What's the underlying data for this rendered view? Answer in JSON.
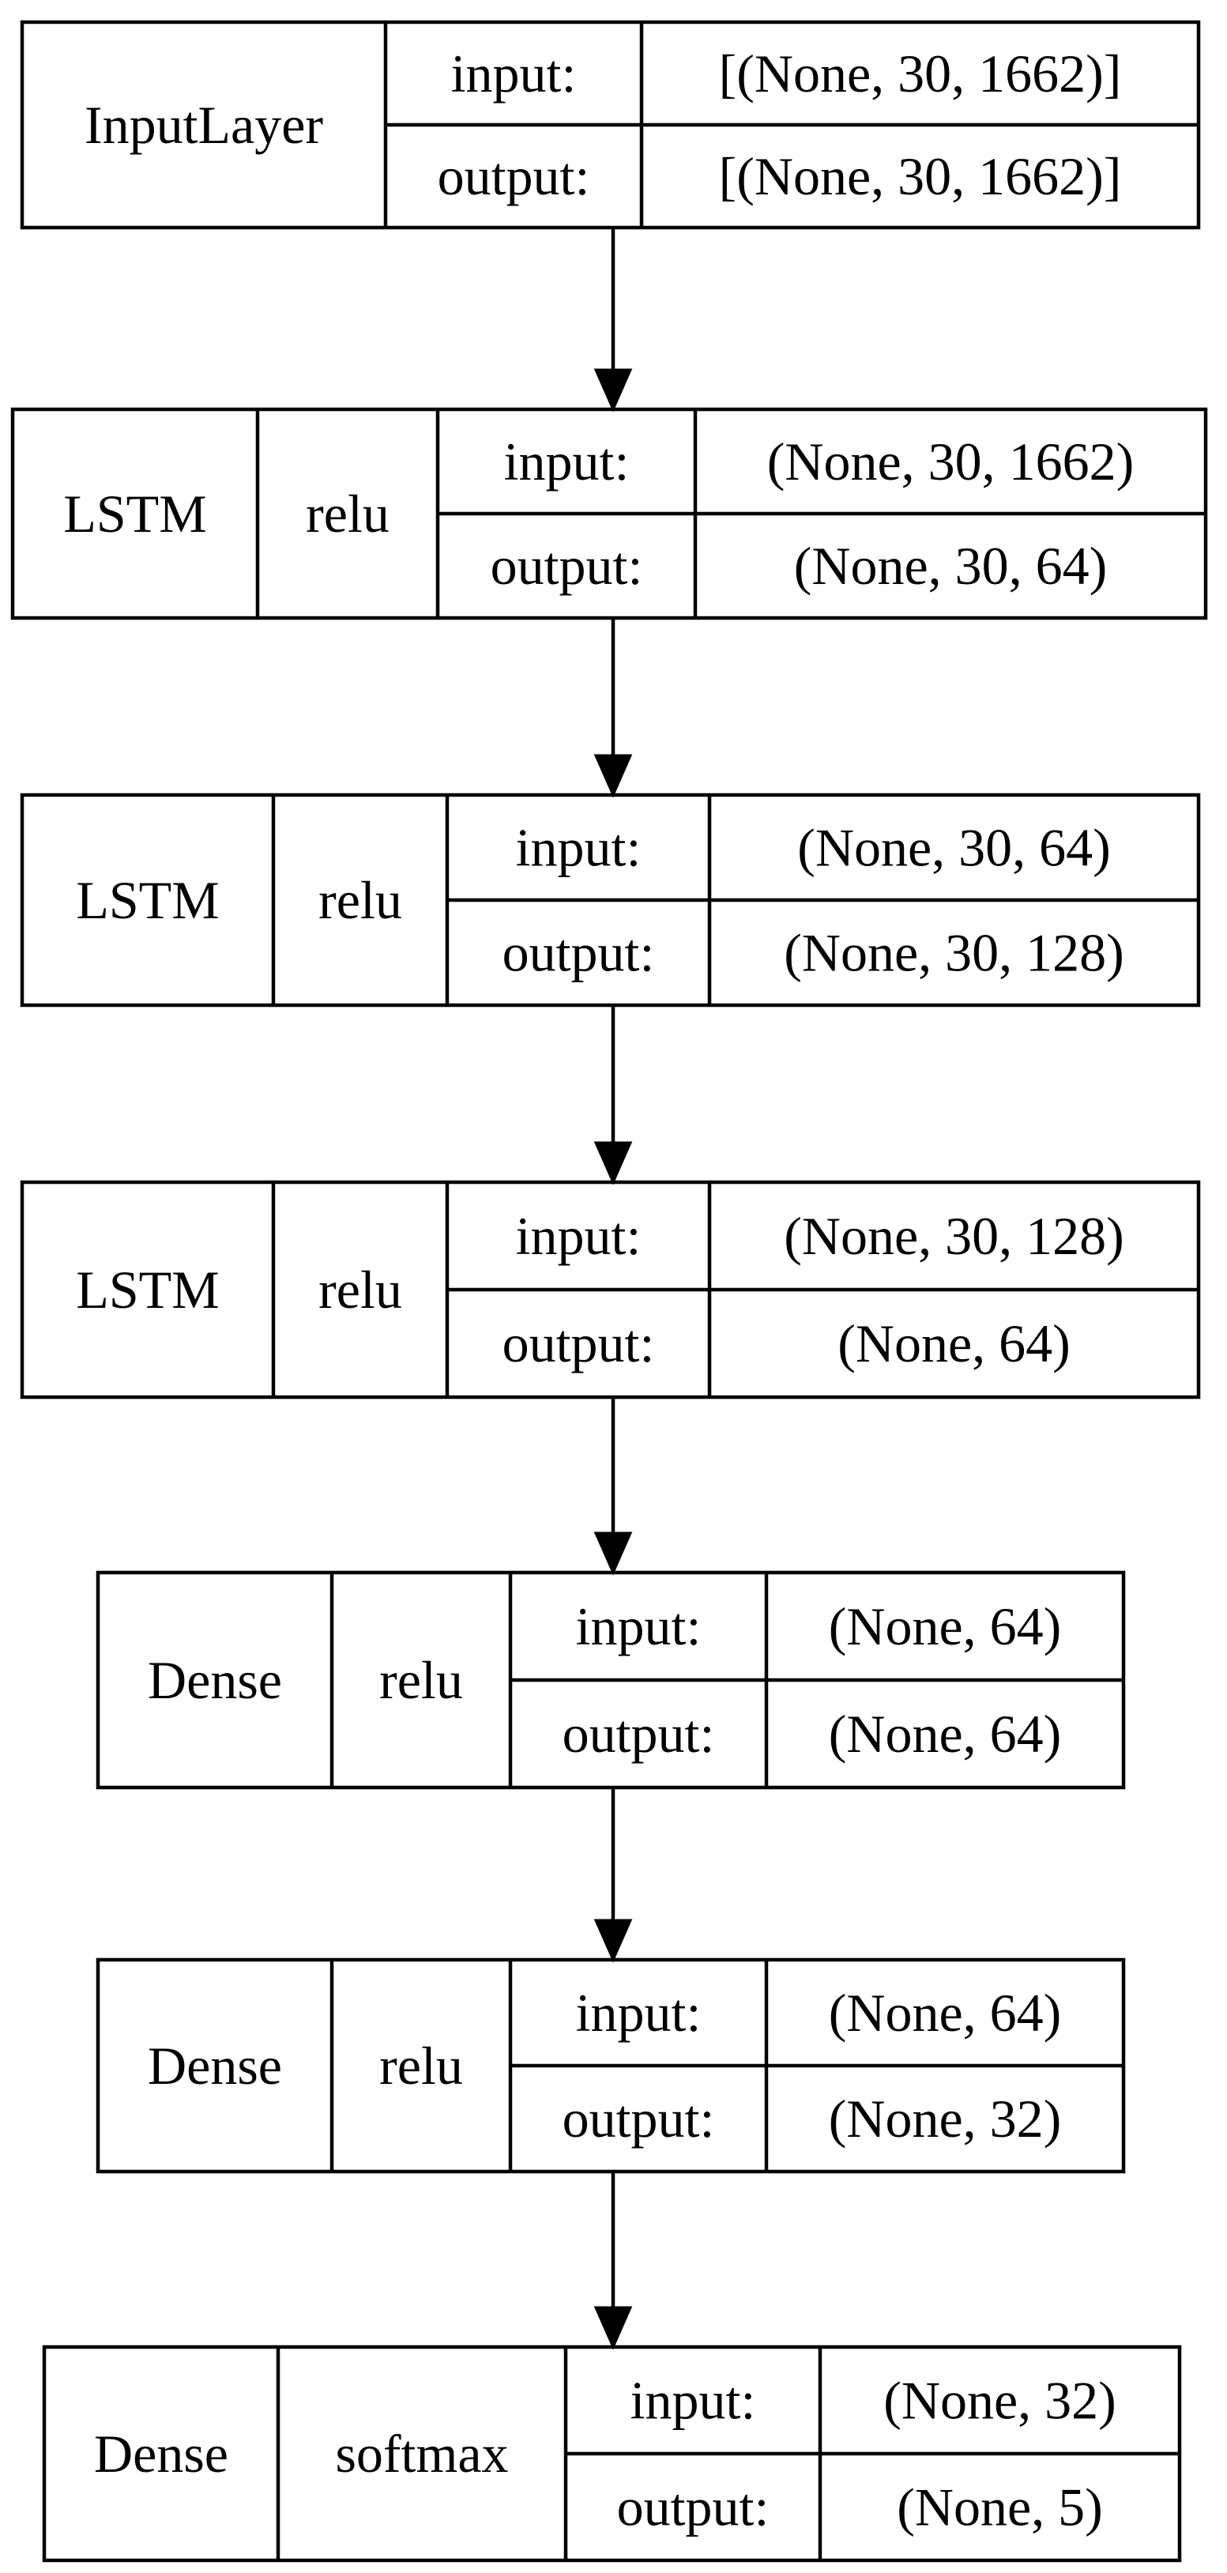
{
  "nodes": [
    {
      "layer": "InputLayer",
      "activation": "",
      "input_label": "input:",
      "output_label": "output:",
      "input_shape": "[(None, 30, 1662)]",
      "output_shape": "[(None, 30, 1662)]"
    },
    {
      "layer": "LSTM",
      "activation": "relu",
      "input_label": "input:",
      "output_label": "output:",
      "input_shape": "(None, 30, 1662)",
      "output_shape": "(None, 30, 64)"
    },
    {
      "layer": "LSTM",
      "activation": "relu",
      "input_label": "input:",
      "output_label": "output:",
      "input_shape": "(None, 30, 64)",
      "output_shape": "(None, 30, 128)"
    },
    {
      "layer": "LSTM",
      "activation": "relu",
      "input_label": "input:",
      "output_label": "output:",
      "input_shape": "(None, 30, 128)",
      "output_shape": "(None, 64)"
    },
    {
      "layer": "Dense",
      "activation": "relu",
      "input_label": "input:",
      "output_label": "output:",
      "input_shape": "(None, 64)",
      "output_shape": "(None, 64)"
    },
    {
      "layer": "Dense",
      "activation": "relu",
      "input_label": "input:",
      "output_label": "output:",
      "input_shape": "(None, 64)",
      "output_shape": "(None, 32)"
    },
    {
      "layer": "Dense",
      "activation": "softmax",
      "input_label": "input:",
      "output_label": "output:",
      "input_shape": "(None, 32)",
      "output_shape": "(None, 5)"
    }
  ],
  "edges": [
    {
      "from": 0,
      "to": 1
    },
    {
      "from": 1,
      "to": 2
    },
    {
      "from": 2,
      "to": 3
    },
    {
      "from": 3,
      "to": 4
    },
    {
      "from": 4,
      "to": 5
    },
    {
      "from": 5,
      "to": 6
    }
  ]
}
